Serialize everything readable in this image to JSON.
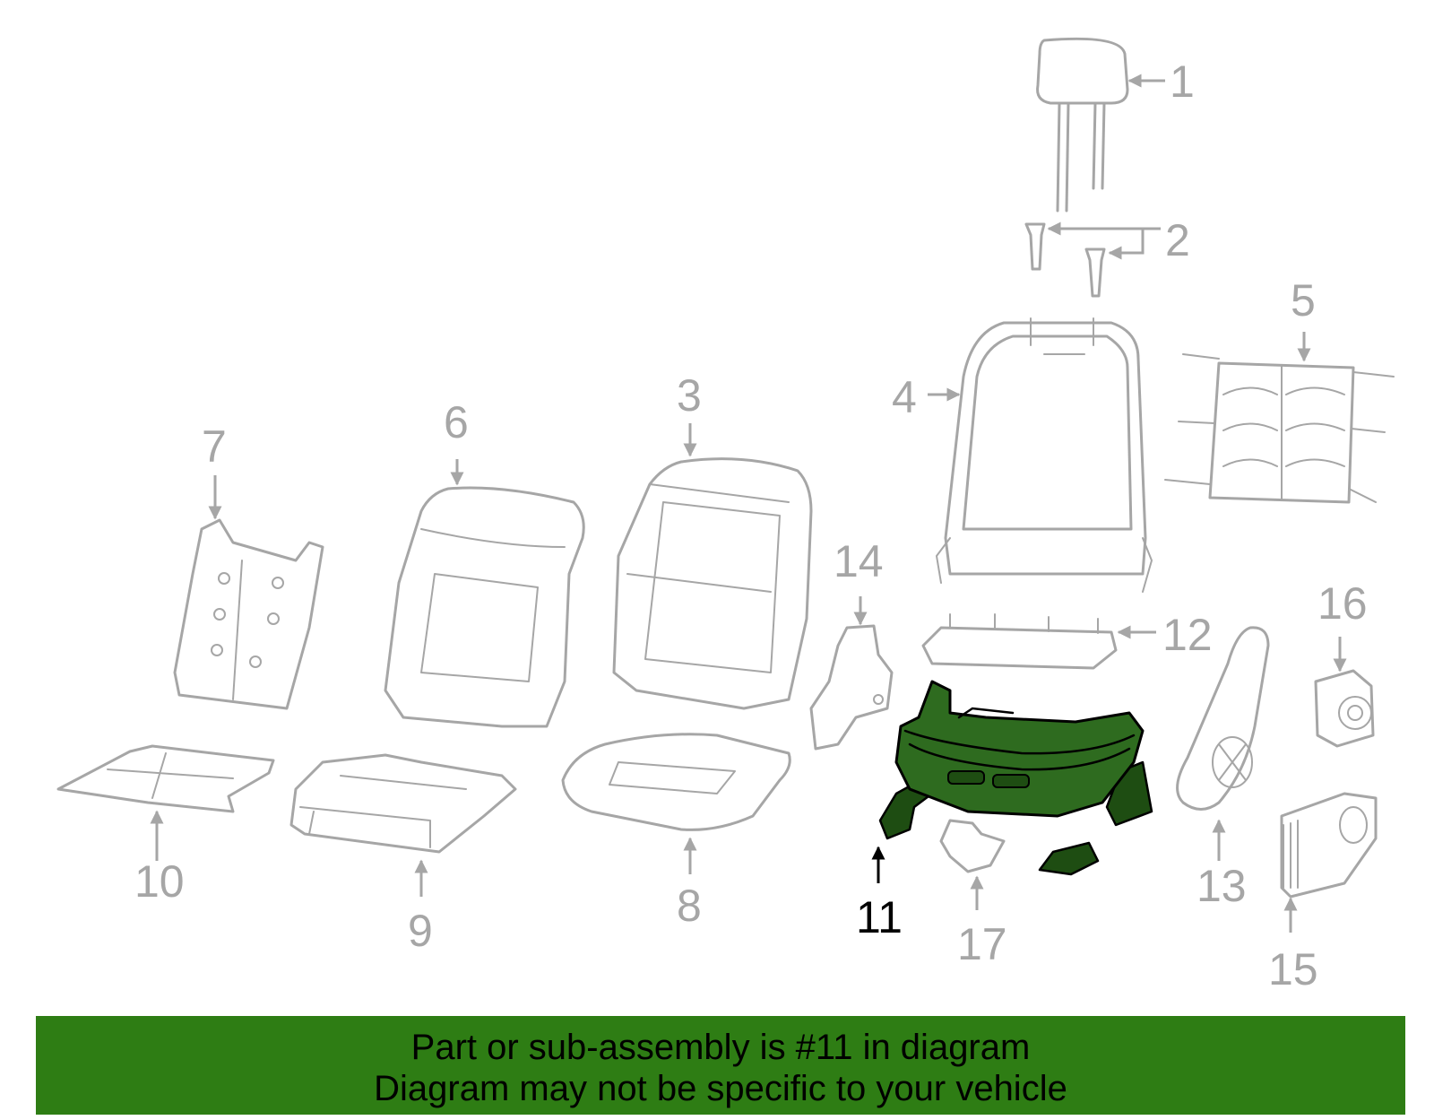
{
  "callouts": {
    "c1": "1",
    "c2": "2",
    "c3": "3",
    "c4": "4",
    "c5": "5",
    "c6": "6",
    "c7": "7",
    "c8": "8",
    "c9": "9",
    "c10": "10",
    "c11": "11",
    "c12": "12",
    "c13": "13",
    "c14": "14",
    "c15": "15",
    "c16": "16",
    "c17": "17"
  },
  "highlighted_part": "11",
  "colors": {
    "highlight": "#2e6b1f",
    "banner": "#2e7d14",
    "part_line": "#a6a6a6"
  },
  "banner": {
    "line1": "Part or sub-assembly is #11 in diagram",
    "line2": "Diagram may not be specific to your vehicle"
  }
}
